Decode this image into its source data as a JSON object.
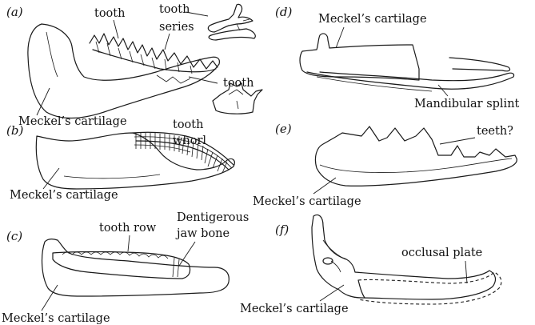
{
  "panels": {
    "a": {
      "tag": "(a)",
      "labels": {
        "tooth": "tooth",
        "tooth_series_1": "tooth",
        "tooth_series_2": "series",
        "tooth_whorl_top_1": "tooth",
        "meckels": "Meckel’s cartilage"
      }
    },
    "b": {
      "tag": "(b)",
      "labels": {
        "whorl_1": "tooth",
        "whorl_2": "whorl",
        "meckels": "Meckel’s cartilage"
      }
    },
    "c": {
      "tag": "(c)",
      "labels": {
        "tooth_row": "tooth row",
        "dentigerous_1": "Dentigerous",
        "dentigerous_2": "jaw bone",
        "meckels": "Meckel’s cartilage"
      }
    },
    "d": {
      "tag": "(d)",
      "labels": {
        "meckels": "Meckel’s cartilage",
        "splint": "Mandibular splint"
      }
    },
    "e": {
      "tag": "(e)",
      "labels": {
        "teeth": "teeth?",
        "meckels": "Meckel’s cartilage"
      }
    },
    "f": {
      "tag": "(f)",
      "labels": {
        "occlusal": "occlusal plate",
        "meckels": "Meckel’s cartilage"
      }
    }
  }
}
